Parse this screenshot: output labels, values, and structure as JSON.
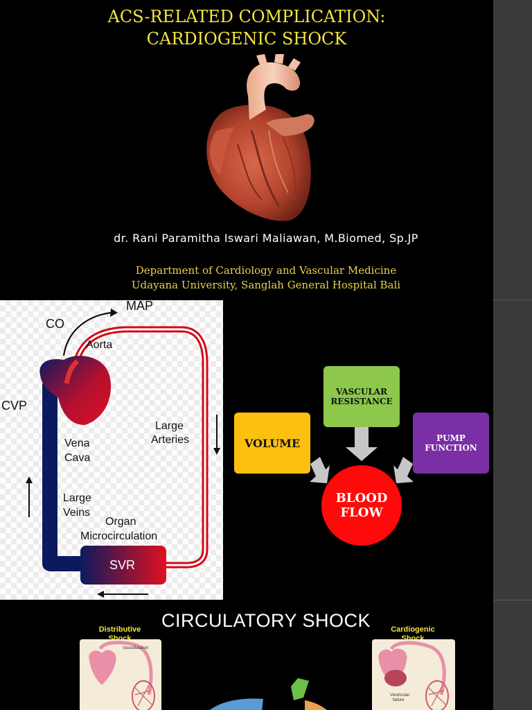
{
  "slide1": {
    "title_line1": "ACS-RELATED COMPLICATION:",
    "title_line2": "CARDIOGENIC SHOCK",
    "author": "dr. Rani Paramitha Iswari Maliawan, M.Biomed, Sp.JP",
    "dept_line1": "Department of Cardiology and Vascular Medicine",
    "dept_line2": "Udayana University, Sanglah General Hospital Bali"
  },
  "slide2": {
    "diagram": {
      "map": "MAP",
      "co": "CO",
      "aorta": "Aorta",
      "cvp": "CVP",
      "large_arteries_1": "Large",
      "large_arteries_2": "Arteries",
      "vena_cava_1": "Vena",
      "vena_cava_2": "Cava",
      "large_veins_1": "Large",
      "large_veins_2": "Veins",
      "organ_1": "Organ",
      "organ_2": "Microcirculation",
      "svr": "SVR"
    },
    "flow": {
      "volume": "VOLUME",
      "vascular_1": "VASCULAR",
      "vascular_2": "RESISTANCE",
      "pump_1": "PUMP",
      "pump_2": "FUNCTION",
      "blood_1": "BLOOD",
      "blood_2": "FLOW"
    }
  },
  "slide3": {
    "title": "CIRCULATORY SHOCK",
    "distributive_1": "Distributive",
    "distributive_2": "Shock",
    "cardiogenic_1": "Cardiogenic",
    "cardiogenic_2": "Shock",
    "vasodilatation": "Vasodilatation",
    "ventricular_1": "Ventricular",
    "ventricular_2": "failure"
  },
  "colors": {
    "title_yellow": "#f5e63d",
    "volume_box": "#fdc00e",
    "vascular_box": "#8dc74b",
    "pump_box": "#7a2fa6",
    "blood_circle": "#ff0a0a",
    "arrow_gray": "#c7c7c7"
  }
}
